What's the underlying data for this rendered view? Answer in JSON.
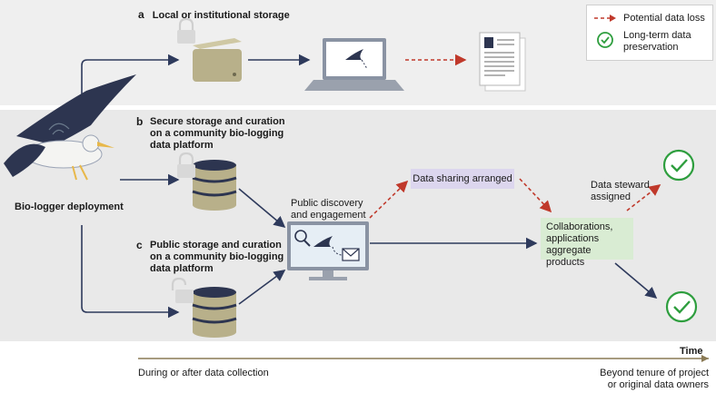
{
  "sections": {
    "a": {
      "letter": "a",
      "title": "Local or institutional storage"
    },
    "b": {
      "letter": "b",
      "title_lines": [
        "Secure storage and curation",
        "on a community bio-logging",
        "data platform"
      ]
    },
    "c": {
      "letter": "c",
      "title_lines": [
        "Public storage and curation",
        "on a community bio-logging",
        "data platform"
      ]
    }
  },
  "deployment_label": "Bio-logger deployment",
  "public_discovery_lines": [
    "Public discovery",
    "and engagement"
  ],
  "data_sharing_label": "Data sharing arranged",
  "collaborations_lines": [
    "Collaborations,",
    "applications",
    "aggregate products"
  ],
  "data_steward_lines": [
    "Data steward",
    "assigned"
  ],
  "legend": {
    "loss_label": "Potential data loss",
    "preservation_lines": [
      "Long-term data",
      "preservation"
    ]
  },
  "timeline": {
    "title": "Time",
    "start_label": "During or after data collection",
    "end_lines": [
      "Beyond tenure of project",
      "or original data owners"
    ]
  },
  "colors": {
    "band_a": "#efefef",
    "band_bc": "#e9e9e9",
    "arrow": "#2e3a5c",
    "loss": "#c0392b",
    "check": "#2e9e3e",
    "purple_box": "#dcd6ee",
    "green_box": "#d9ecd3",
    "storage": "#b8b08a"
  },
  "icons": [
    "albatross-icon",
    "hard-drive-icon",
    "database-icon",
    "padlock-closed-icon",
    "padlock-open-icon",
    "laptop-icon",
    "document-icon",
    "monitor-icon",
    "magnifier-icon",
    "envelope-icon",
    "checkmark-icon"
  ]
}
